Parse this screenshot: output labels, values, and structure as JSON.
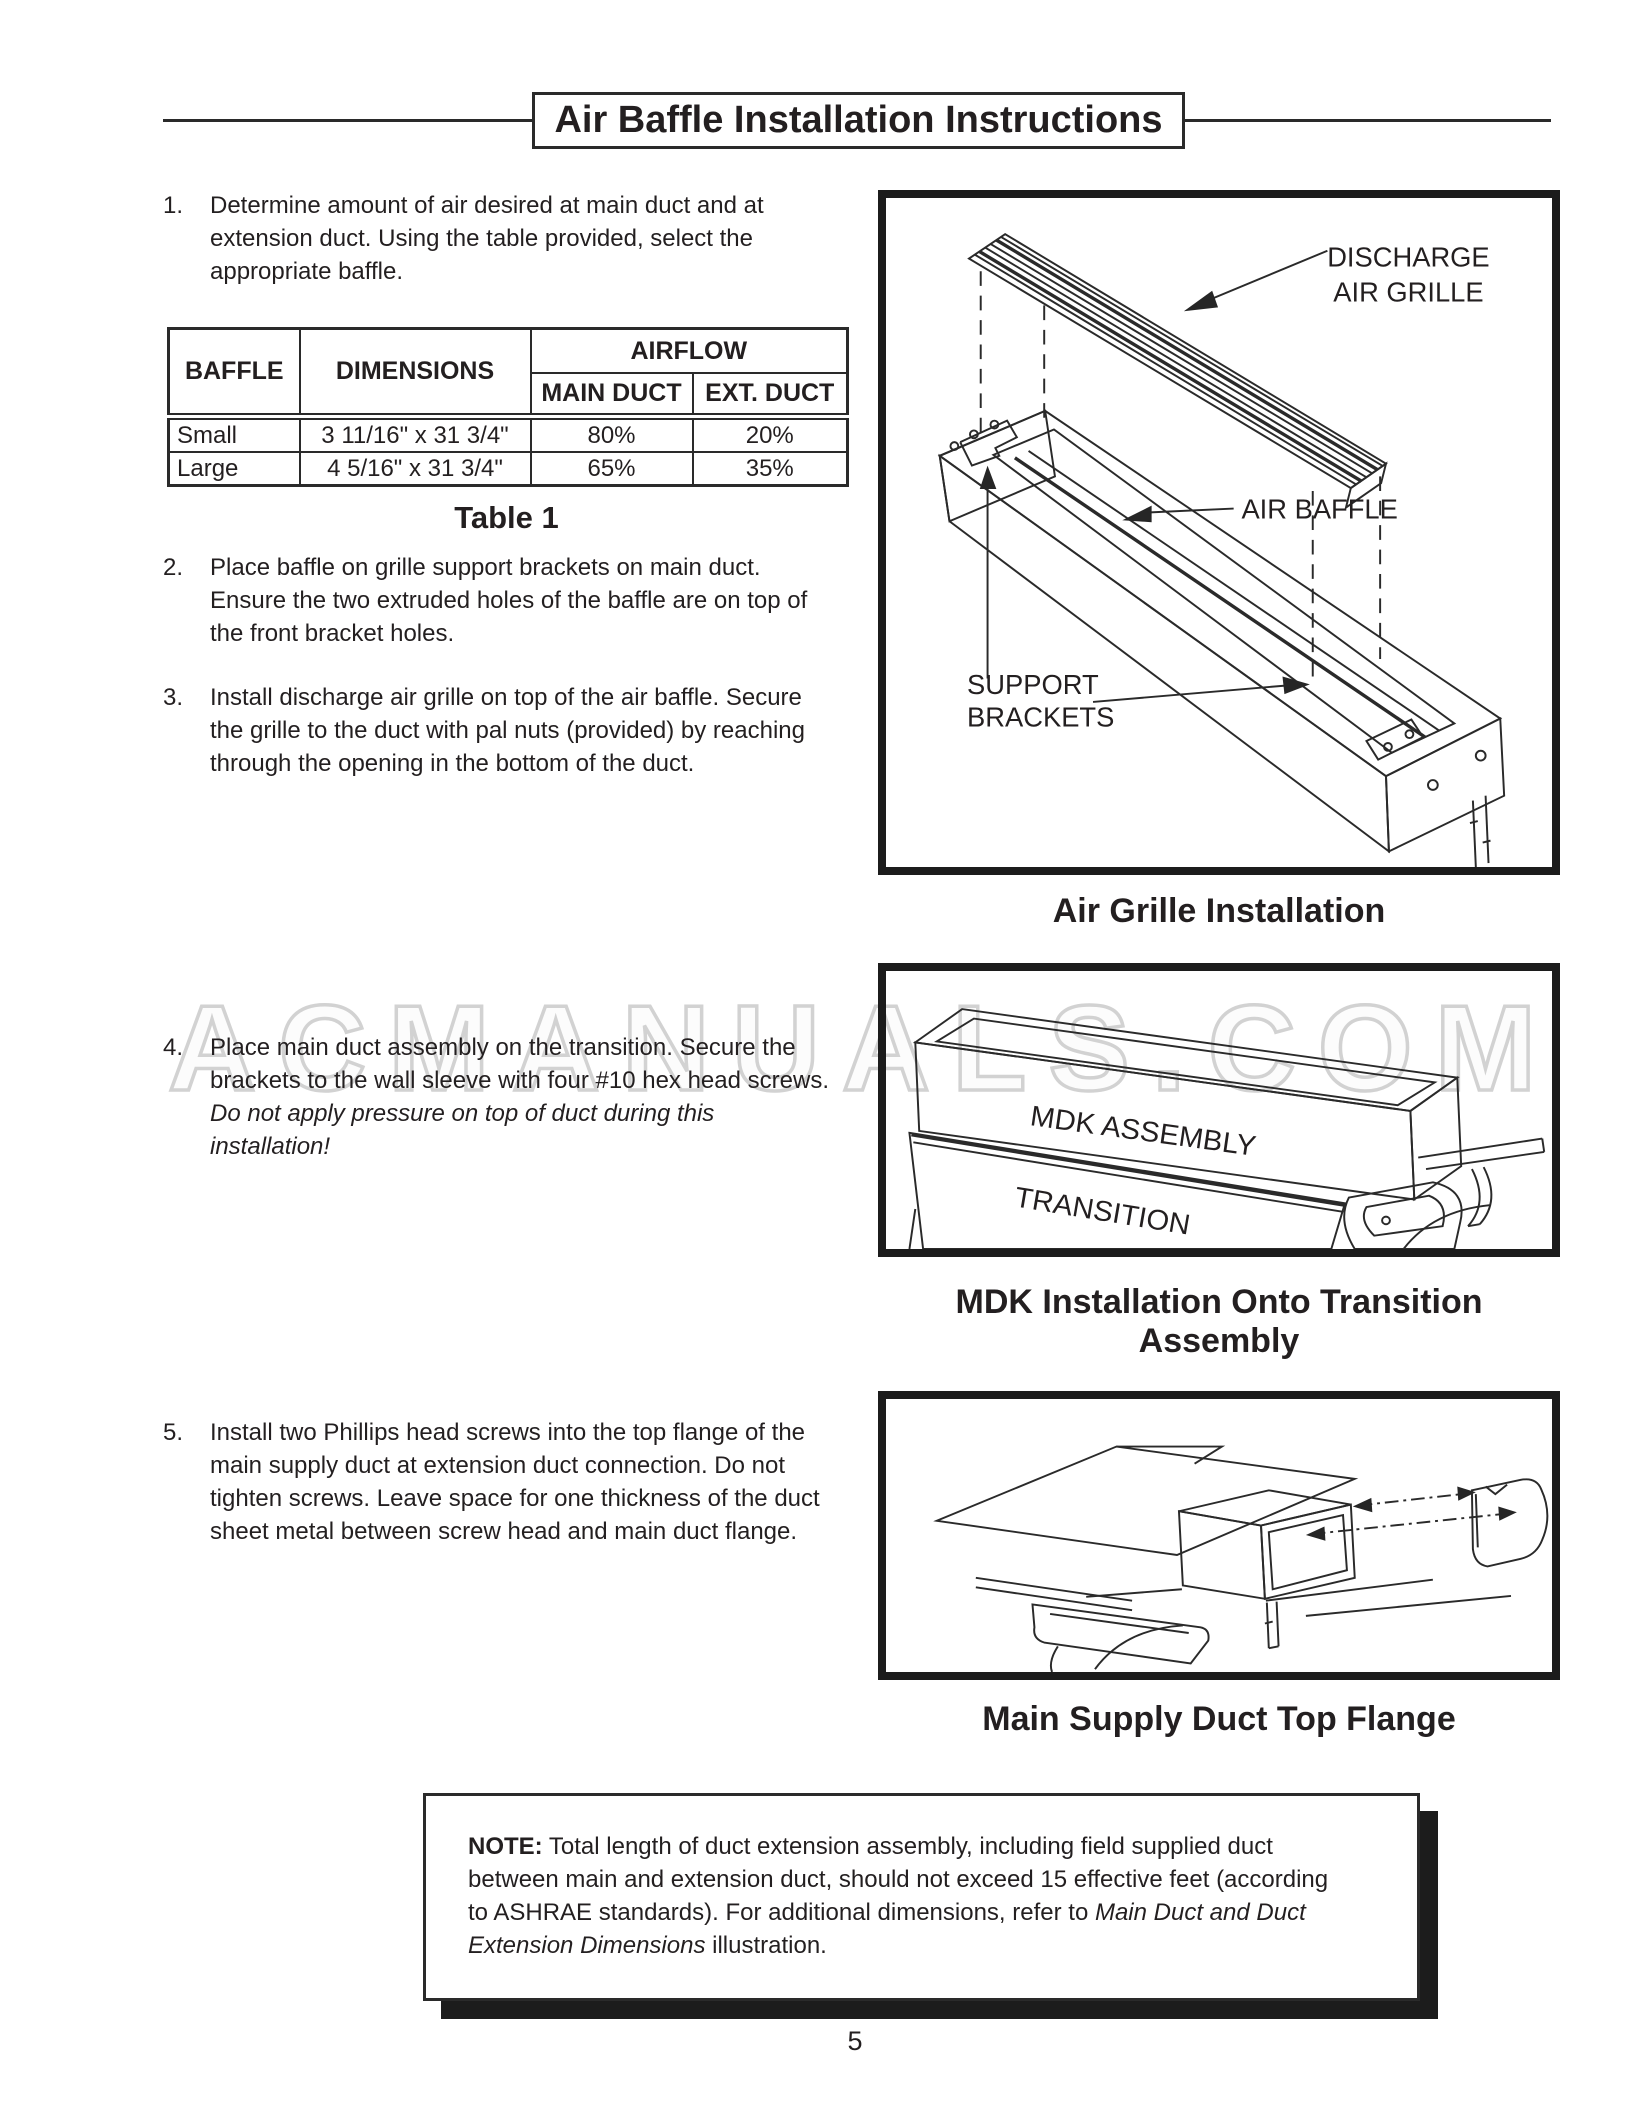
{
  "page": {
    "title": "Air Baffle Installation Instructions",
    "page_number": "5",
    "watermark": "ACMANUALS.COM"
  },
  "steps": [
    {
      "num": "1.",
      "text": "Determine amount of air desired at main duct and at extension duct. Using the table provided, select the appropriate baffle."
    },
    {
      "num": "2.",
      "text": "Place baffle on grille support brackets on main duct. Ensure the two extruded holes of the baffle are on top of the front bracket holes."
    },
    {
      "num": "3.",
      "text": "Install discharge air grille on top of the air baffle. Secure the grille to the duct with pal nuts (provided) by reaching through the opening in the bottom of the duct."
    },
    {
      "num": "4.",
      "before": "Place main duct assembly on the transition. Secure the brackets to the wall sleeve with four #10 hex head screws. ",
      "italic": "Do not apply pressure on top of duct during this installation!"
    },
    {
      "num": "5.",
      "text": "Install two Phillips head screws into the top flange of the main supply duct at extension duct connection. Do not tighten screws. Leave space for one thickness of the duct sheet metal between screw head and main duct flange."
    }
  ],
  "table": {
    "caption": "Table 1",
    "headers": {
      "baffle": "BAFFLE",
      "dimensions": "DIMENSIONS",
      "airflow": "AIRFLOW",
      "main_duct": "MAIN DUCT",
      "ext_duct": "EXT. DUCT"
    },
    "rows": [
      {
        "baffle": "Small",
        "dimensions": "3 11/16\" x 31 3/4\"",
        "main_duct": "80%",
        "ext_duct": "20%"
      },
      {
        "baffle": "Large",
        "dimensions": "4 5/16\" x 31 3/4\"",
        "main_duct": "65%",
        "ext_duct": "35%"
      }
    ]
  },
  "figures": {
    "fig1": {
      "caption": "Air Grille Installation",
      "labels": {
        "discharge_line1": "DISCHARGE",
        "discharge_line2": "AIR GRILLE",
        "air_baffle": "AIR BAFFLE",
        "support_line1": "SUPPORT",
        "support_line2": "BRACKETS"
      }
    },
    "fig2": {
      "caption": "MDK Installation Onto Transition Assembly",
      "labels": {
        "mdk": "MDK ASSEMBLY",
        "transition": "TRANSITION"
      }
    },
    "fig3": {
      "caption": "Main Supply Duct Top Flange"
    }
  },
  "note": {
    "label": "NOTE:",
    "before": " Total length of duct extension assembly, including field supplied duct between main and extension duct, should not exceed 15 effective feet (according to ASHRAE standards). For additional dimensions, refer to ",
    "italic": "Main Duct and Duct Extension Dimensions",
    "after": " illustration."
  }
}
